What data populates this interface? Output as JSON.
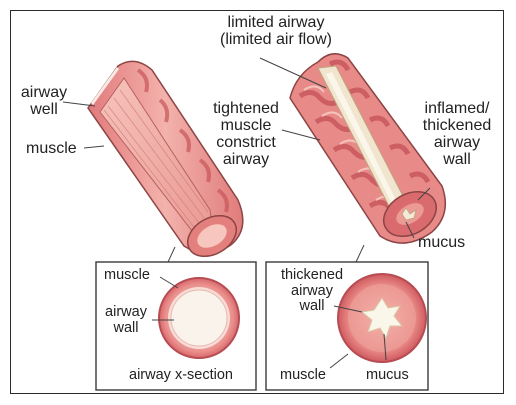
{
  "labels": {
    "limited_airway": "limited airway",
    "limited_air_flow": "(limited air flow)",
    "airway_well_1": "airway",
    "airway_well_2": "well",
    "muscle_top": "muscle",
    "tightened_1": "tightened",
    "tightened_2": "muscle",
    "tightened_3": "constrict",
    "tightened_4": "airway",
    "inflamed_1": "inflamed/",
    "inflamed_2": "thickened",
    "inflamed_3": "airway",
    "inflamed_4": "wall",
    "mucus_top": "mucus",
    "normal_muscle": "muscle",
    "normal_airway": "airway",
    "normal_wall": "wall",
    "normal_caption": "airway x-section",
    "asthma_thick_1": "thickened",
    "asthma_thick_2": "airway",
    "asthma_thick_3": "wall",
    "asthma_muscle": "muscle",
    "asthma_mucus": "mucus"
  },
  "colors": {
    "tissue_light": "#f4b9b1",
    "tissue_mid": "#e88a86",
    "tissue_dark": "#c9555a",
    "muscle_band": "#d86b6e",
    "lumen": "#faf3ec",
    "mucus": "#efe6d2",
    "outline": "#7a3b3b"
  }
}
